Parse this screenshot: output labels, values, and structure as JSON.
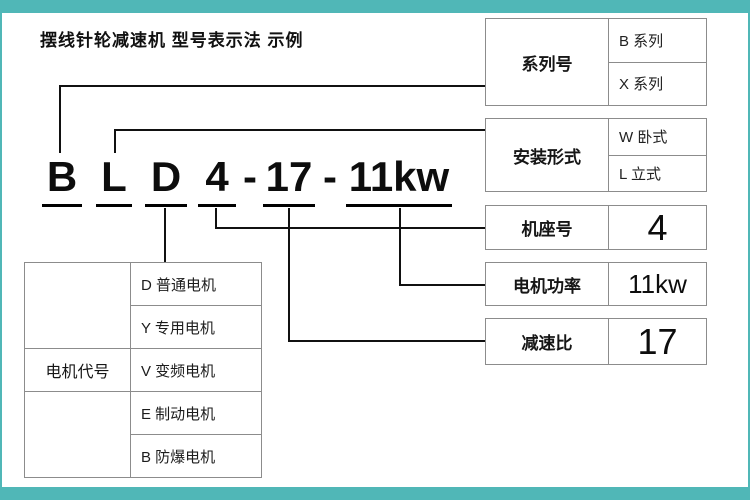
{
  "page": {
    "title": "摆线针轮减速机 型号表示法 示例"
  },
  "colors": {
    "accent_teal": "#50b7b7",
    "connector_line": "#111111",
    "table_border": "#8c8c8c"
  },
  "model_code": {
    "segments": [
      {
        "text": "B",
        "underline": true
      },
      {
        "text": "L",
        "underline": true
      },
      {
        "text": "D",
        "underline": true
      },
      {
        "text": "4",
        "underline": true
      },
      {
        "text": "-",
        "underline": false
      },
      {
        "text": "17",
        "underline": true
      },
      {
        "text": "-",
        "underline": false
      },
      {
        "text": "11kw",
        "underline": true
      }
    ]
  },
  "legend_boxes": [
    {
      "label": "系列号",
      "values": [
        "B 系列",
        "X 系列"
      ]
    },
    {
      "label": "安装形式",
      "values": [
        "W 卧式",
        "L 立式"
      ]
    },
    {
      "label": "机座号",
      "values": [
        "4"
      ]
    },
    {
      "label": "电机功率",
      "values": [
        "11kw"
      ]
    },
    {
      "label": "减速比",
      "values": [
        "17"
      ]
    }
  ],
  "motor_table": {
    "header": "电机代号",
    "rows": [
      "D 普通电机",
      "Y 专用电机",
      "V 变频电机",
      "E 制动电机",
      "B 防爆电机"
    ]
  }
}
